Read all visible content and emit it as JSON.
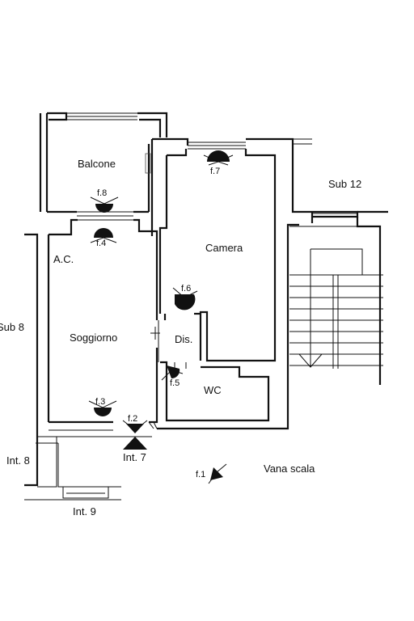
{
  "rooms": {
    "balcone": "Balcone",
    "camera": "Camera",
    "soggiorno": "Soggiorno",
    "ac": "A.C.",
    "dis": "Dis.",
    "wc": "WC",
    "sub12": "Sub 12",
    "sub8": "Sub 8",
    "vana_scala": "Vana scala",
    "int8": "Int. 8",
    "int7": "Int. 7",
    "int9": "Int. 9"
  },
  "markers": {
    "f1": "f.1",
    "f2": "f.2",
    "f3": "f.3",
    "f4": "f.4",
    "f5": "f.5",
    "f6": "f.6",
    "f7": "f.7",
    "f8": "f.8"
  }
}
